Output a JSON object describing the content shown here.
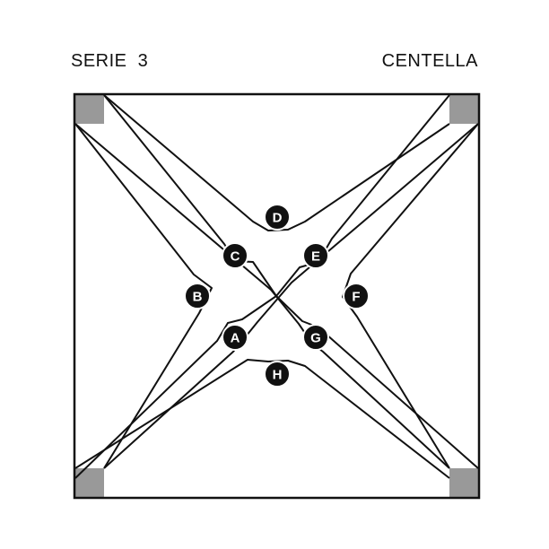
{
  "header": {
    "series": "SERIE  3",
    "product": "CENTELLA"
  },
  "colors": {
    "stroke": "#111111",
    "corner_pad": "#999999",
    "badge_fill": "#111111",
    "badge_text": "#ffffff"
  },
  "badges": [
    {
      "id": "A",
      "label": "A"
    },
    {
      "id": "B",
      "label": "B"
    },
    {
      "id": "C",
      "label": "C"
    },
    {
      "id": "D",
      "label": "D"
    },
    {
      "id": "E",
      "label": "E"
    },
    {
      "id": "F",
      "label": "F"
    },
    {
      "id": "G",
      "label": "G"
    },
    {
      "id": "H",
      "label": "H"
    }
  ]
}
